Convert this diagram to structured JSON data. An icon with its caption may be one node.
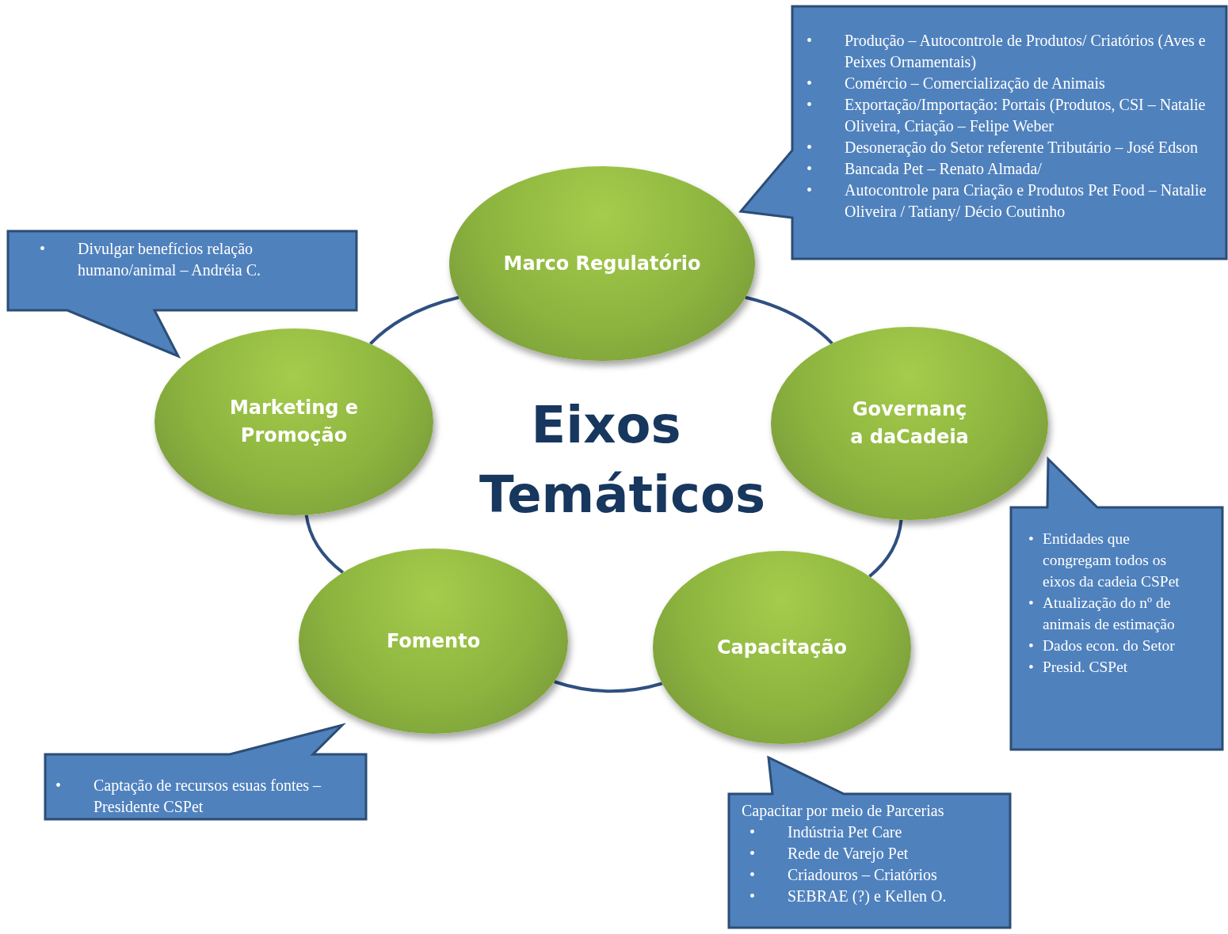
{
  "diagram": {
    "title": "Eixos Temáticos",
    "nodes": [
      {
        "text": [
          "Marco Regulatório"
        ]
      },
      {
        "text": [
          "Governanç a daCadeia"
        ]
      },
      {
        "text": [
          "Capacitação"
        ]
      },
      {
        "text": [
          "Fomento"
        ]
      },
      {
        "text": [
          "Marketing e Promoção"
        ]
      },
      {
        "text": [
          "Produção – Autocontrole de Produtos/ Criatórios (Aves e Peixes Ornamentais)",
          "Comércio – Comercialização de Animais",
          "Exportação/Importação: Portais (Produtos, CSI – Natalie Oliveira, Criação – Felipe Weber",
          "Desoneração do Setor referente Tributário – José Edson",
          "Bancada Pet – Renato Almada/",
          "Autocontrole para Criação e Produtos Pet Food – Natalie Oliveira / Tatiany/ Décio Coutinho"
        ]
      },
      {
        "text": [
          "Divulgar benefícios relação humano/animal – Andréia C."
        ]
      },
      {
        "text": [
          "Entidades que congregam todos os eixos da cadeia CSPet",
          "Atualização do nº de animais de estimação",
          "Dados econ. do Setor",
          "Presid. CSPet"
        ]
      },
      {
        "text": [
          "Captação de recursos esuas fontes – Presidente CSPet"
        ]
      },
      {
        "text": [
          "Capacitar por meio de Parcerias",
          "Indústria Pet Care",
          "Rede de Varejo Pet",
          "Criadouros – Criatórios",
          "SEBRAE (?) e Kellen O."
        ]
      }
    ],
    "edges": [
      {
        "from": 0,
        "to": 1,
        "arrow": "none"
      },
      {
        "from": 1,
        "to": 2,
        "arrow": "none"
      },
      {
        "from": 2,
        "to": 3,
        "arrow": "none"
      },
      {
        "from": 3,
        "to": 4,
        "arrow": "none"
      },
      {
        "from": 4,
        "to": 0,
        "arrow": "none"
      }
    ],
    "labels": [
      "•",
      "•",
      "•",
      "•",
      "•",
      "•",
      "•",
      "•",
      "•",
      "•",
      "•",
      "•",
      "•",
      "•",
      "•",
      "•"
    ]
  }
}
